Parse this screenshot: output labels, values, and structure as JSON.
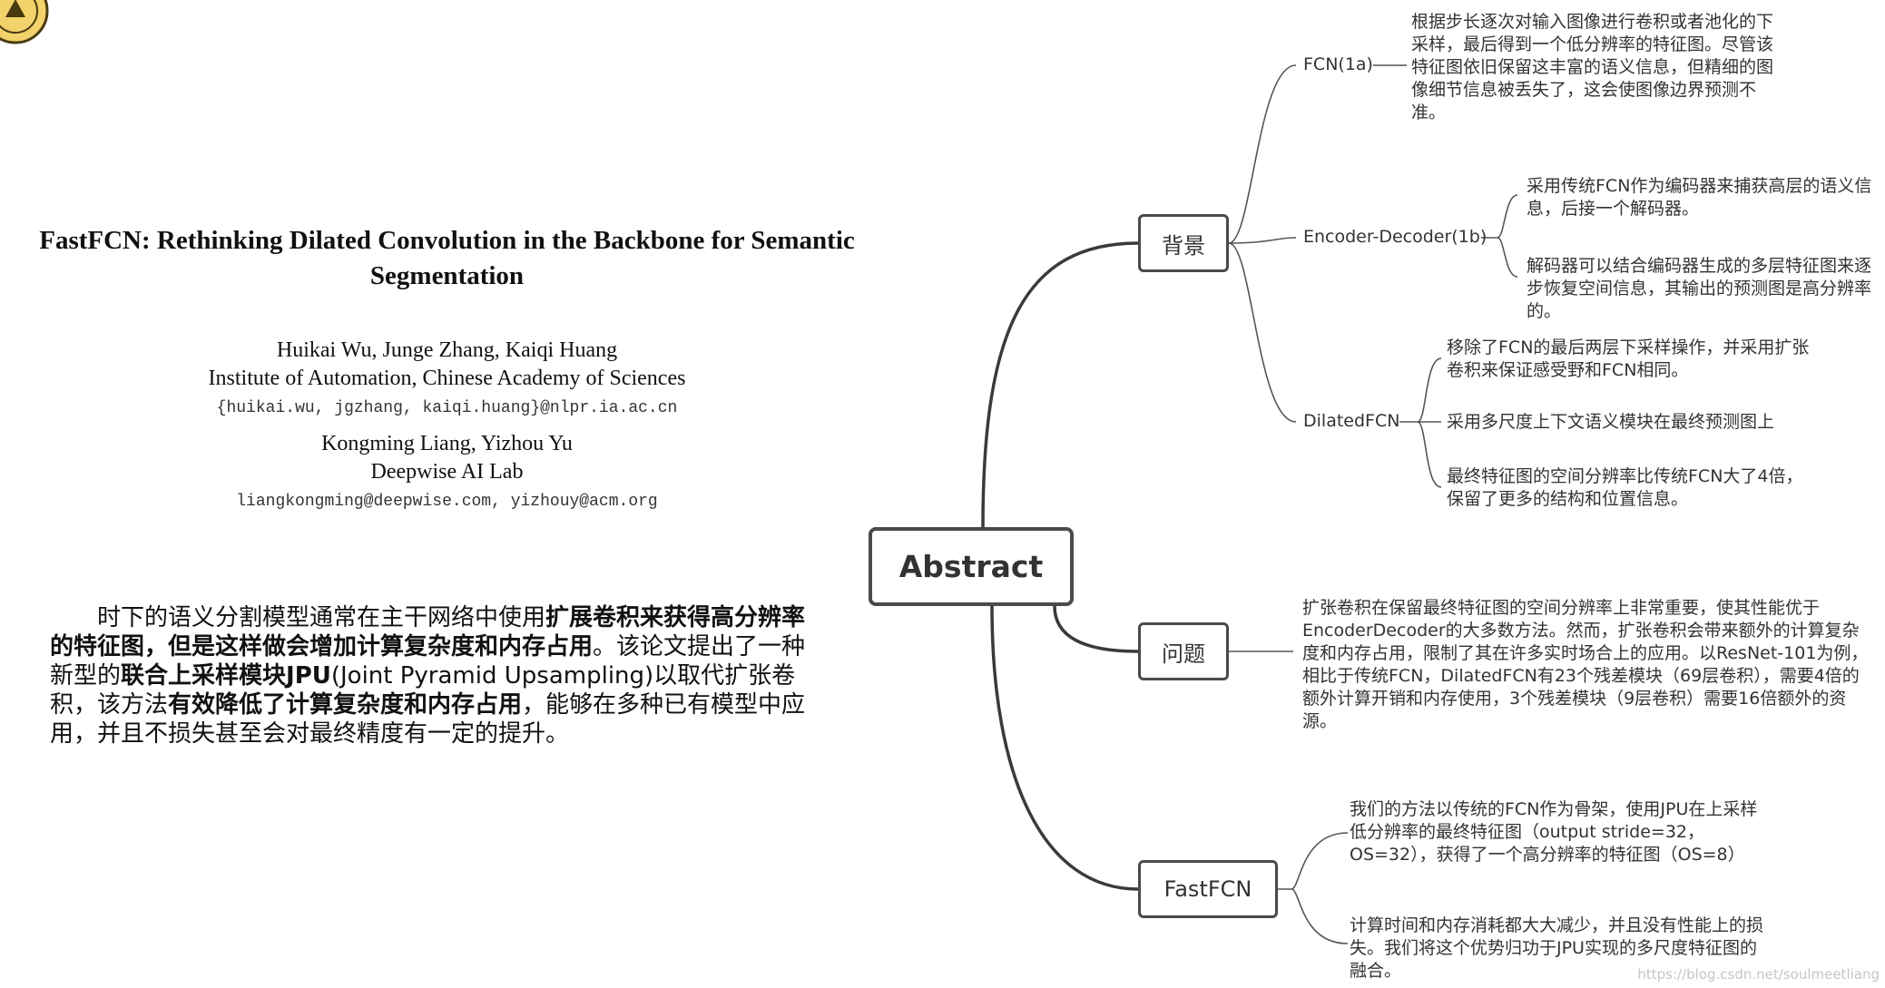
{
  "paper": {
    "title": "FastFCN: Rethinking Dilated Convolution in the Backbone for Semantic Segmentation",
    "authors1": "Huikai Wu,   Junge Zhang,   Kaiqi Huang",
    "affil1": "Institute of Automation, Chinese Academy of Sciences",
    "email1": "{huikai.wu, jgzhang, kaiqi.huang}@nlpr.ia.ac.cn",
    "authors2": "Kongming Liang,   Yizhou Yu",
    "affil2": "Deepwise AI Lab",
    "email2": "liangkongming@deepwise.com, yizhouy@acm.org"
  },
  "summary": {
    "p1": "时下的语义分割模型通常在主干网络中使用",
    "b1": "扩展卷积来获得高分辨率的特征图，但是这样做会增加计算复杂度和内存占用",
    "p2": "。该论文提出了一种新型的",
    "b2": "联合上采样模块JPU",
    "p3": "(Joint Pyramid Upsampling)以取代扩张卷积，该方法",
    "b3": "有效降低了计算复杂度和内存占用",
    "p4": "，能够在多种已有模型中应用，并且不损失甚至会对最终精度有一定的提升。"
  },
  "mindmap": {
    "root": "Abstract",
    "background": {
      "label": "背景",
      "fcn": {
        "label": "FCN(1a)",
        "leaf": "根据步长逐次对输入图像进行卷积或者池化的下采样，最后得到一个低分辨率的特征图。尽管该特征图依旧保留这丰富的语义信息，但精细的图像细节信息被丢失了，这会使图像边界预测不准。"
      },
      "encdec": {
        "label": "Encoder-Decoder(1b)",
        "leaf1": "采用传统FCN作为编码器来捕获高层的语义信息，后接一个解码器。",
        "leaf2": "解码器可以结合编码器生成的多层特征图来逐步恢复空间信息，其输出的预测图是高分辨率的。"
      },
      "dilated": {
        "label": "DilatedFCN",
        "leaf1": "移除了FCN的最后两层下采样操作，并采用扩张卷积来保证感受野和FCN相同。",
        "leaf2": "采用多尺度上下文语义模块在最终预测图上",
        "leaf3": "最终特征图的空间分辨率比传统FCN大了4倍，保留了更多的结构和位置信息。"
      }
    },
    "problem": {
      "label": "问题",
      "leaf": "扩张卷积在保留最终特征图的空间分辨率上非常重要，使其性能优于EncoderDecoder的大多数方法。然而，扩张卷积会带来额外的计算复杂度和内存占用，限制了其在许多实时场合上的应用。以ResNet-101为例，相比于传统FCN，DilatedFCN有23个残差模块（69层卷积），需要4倍的额外计算开销和内存使用，3个残差模块（9层卷积）需要16倍额外的资源。"
    },
    "fastfcn": {
      "label": "FastFCN",
      "leaf1": "我们的方法以传统的FCN作为骨架，使用JPU在上采样低分辨率的最终特征图（output stride=32，OS=32），获得了一个高分辨率的特征图（OS=8）",
      "leaf2": "计算时间和内存消耗都大大减少，并且没有性能上的损失。我们将这个优势归功于JPU实现的多尺度特征图的融合。"
    }
  },
  "watermark": "https://blog.csdn.net/soulmeetliang"
}
